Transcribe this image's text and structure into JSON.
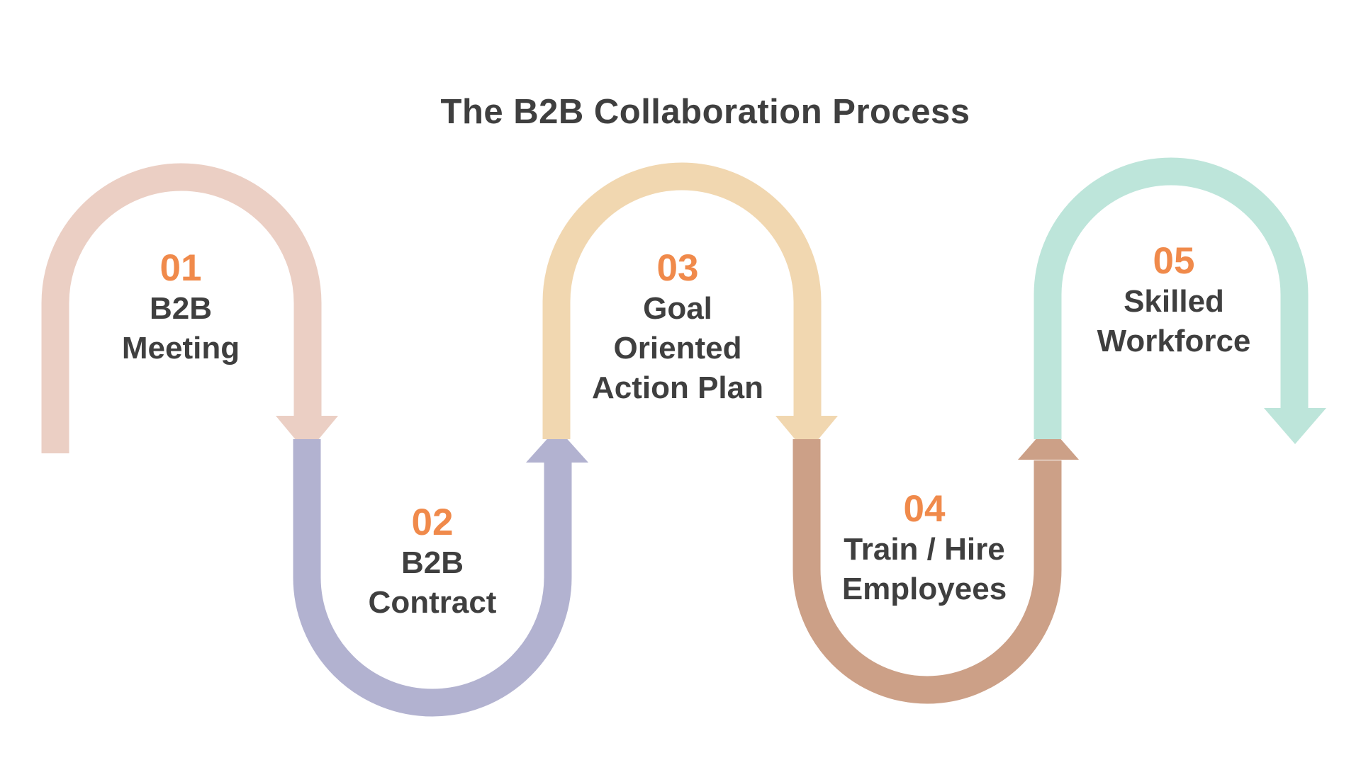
{
  "title": "The B2B Collaboration Process",
  "colors": {
    "number": "#f08a4b",
    "text": "#3f3f3f",
    "arc1": "#ebcfc4",
    "arc2": "#b2b2d0",
    "arc3": "#f1d7b0",
    "arc4": "#cca087",
    "arc5": "#bde5da"
  },
  "steps": [
    {
      "number": "01",
      "label": "B2B\nMeeting"
    },
    {
      "number": "02",
      "label": "B2B\nContract"
    },
    {
      "number": "03",
      "label": "Goal\nOriented\nAction Plan"
    },
    {
      "number": "04",
      "label": "Train / Hire\nEmployees"
    },
    {
      "number": "05",
      "label": "Skilled\nWorkforce"
    }
  ]
}
